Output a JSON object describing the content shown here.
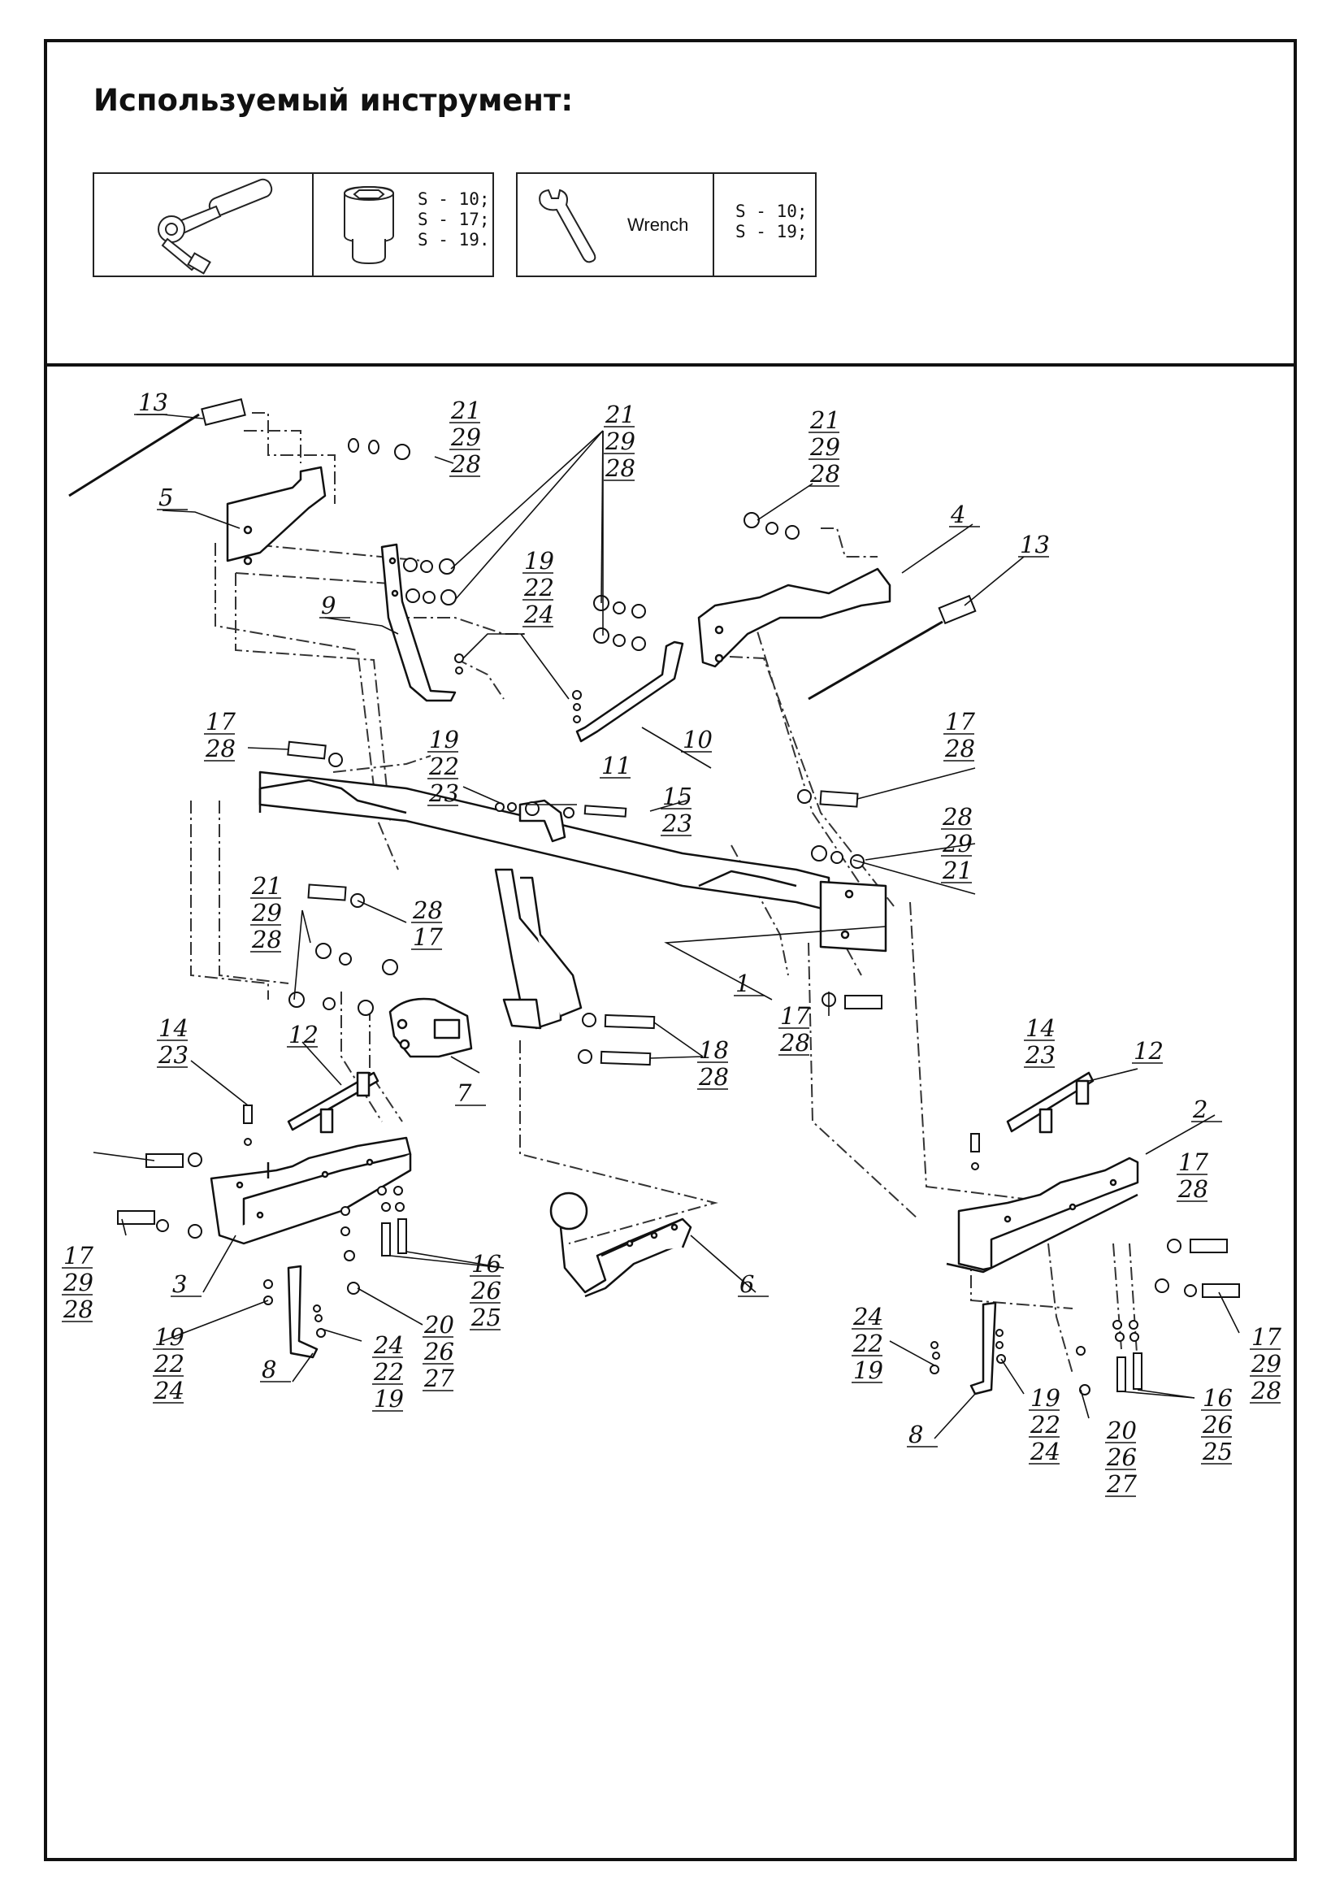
{
  "header": {
    "title": "Используемый инструмент:"
  },
  "tools": {
    "ratchet": {
      "icon": "ratchet-icon"
    },
    "socket": {
      "icon": "socket-icon",
      "sizes": [
        "S - 10;",
        "S - 17;",
        "S - 19."
      ]
    },
    "wrench": {
      "icon": "wrench-icon",
      "label": "Wrench",
      "sizes": [
        "S - 10;",
        "S - 19;"
      ]
    }
  },
  "callouts": [
    {
      "id": "c13a",
      "lines": [
        "13"
      ]
    },
    {
      "id": "c21a",
      "lines": [
        "21",
        "29",
        "28"
      ]
    },
    {
      "id": "c21b",
      "lines": [
        "21",
        "29",
        "28"
      ]
    },
    {
      "id": "c21c",
      "lines": [
        "21",
        "29",
        "28"
      ]
    },
    {
      "id": "c5",
      "lines": [
        "5"
      ]
    },
    {
      "id": "c4",
      "lines": [
        "4"
      ]
    },
    {
      "id": "c13b",
      "lines": [
        "13"
      ]
    },
    {
      "id": "c9",
      "lines": [
        "9"
      ]
    },
    {
      "id": "c19a",
      "lines": [
        "19",
        "22",
        "24"
      ]
    },
    {
      "id": "c10",
      "lines": [
        "10"
      ]
    },
    {
      "id": "c17a",
      "lines": [
        "17",
        "28"
      ]
    },
    {
      "id": "c19b",
      "lines": [
        "19",
        "22",
        "23"
      ]
    },
    {
      "id": "c11",
      "lines": [
        "11"
      ]
    },
    {
      "id": "c15",
      "lines": [
        "15",
        "23"
      ]
    },
    {
      "id": "c17b",
      "lines": [
        "17",
        "28"
      ]
    },
    {
      "id": "c28a",
      "lines": [
        "28",
        "29",
        "21"
      ]
    },
    {
      "id": "c21d",
      "lines": [
        "21",
        "29",
        "28"
      ]
    },
    {
      "id": "c28b",
      "lines": [
        "28",
        "17"
      ]
    },
    {
      "id": "c1",
      "lines": [
        "1"
      ]
    },
    {
      "id": "c17c",
      "lines": [
        "17",
        "28"
      ]
    },
    {
      "id": "c14a",
      "lines": [
        "14",
        "23"
      ]
    },
    {
      "id": "c12a",
      "lines": [
        "12"
      ]
    },
    {
      "id": "c7",
      "lines": [
        "7"
      ]
    },
    {
      "id": "c18",
      "lines": [
        "18",
        "28"
      ]
    },
    {
      "id": "c14b",
      "lines": [
        "14",
        "23"
      ]
    },
    {
      "id": "c12b",
      "lines": [
        "12"
      ]
    },
    {
      "id": "c2",
      "lines": [
        "2"
      ]
    },
    {
      "id": "c17d",
      "lines": [
        "17",
        "28"
      ]
    },
    {
      "id": "c17e",
      "lines": [
        "17",
        "29",
        "28"
      ]
    },
    {
      "id": "c3",
      "lines": [
        "3"
      ]
    },
    {
      "id": "c16a",
      "lines": [
        "16",
        "26",
        "25"
      ]
    },
    {
      "id": "c20a",
      "lines": [
        "20",
        "26",
        "27"
      ]
    },
    {
      "id": "c6",
      "lines": [
        "6"
      ]
    },
    {
      "id": "c19c",
      "lines": [
        "19",
        "22",
        "24"
      ]
    },
    {
      "id": "c8a",
      "lines": [
        "8"
      ]
    },
    {
      "id": "c24a",
      "lines": [
        "24",
        "22",
        "19"
      ]
    },
    {
      "id": "c24b",
      "lines": [
        "24",
        "22",
        "19"
      ]
    },
    {
      "id": "c8b",
      "lines": [
        "8"
      ]
    },
    {
      "id": "c19d",
      "lines": [
        "19",
        "22",
        "24"
      ]
    },
    {
      "id": "c20b",
      "lines": [
        "20",
        "26",
        "27"
      ]
    },
    {
      "id": "c16b",
      "lines": [
        "16",
        "26",
        "25"
      ]
    },
    {
      "id": "c17f",
      "lines": [
        "17",
        "29",
        "28"
      ]
    }
  ]
}
